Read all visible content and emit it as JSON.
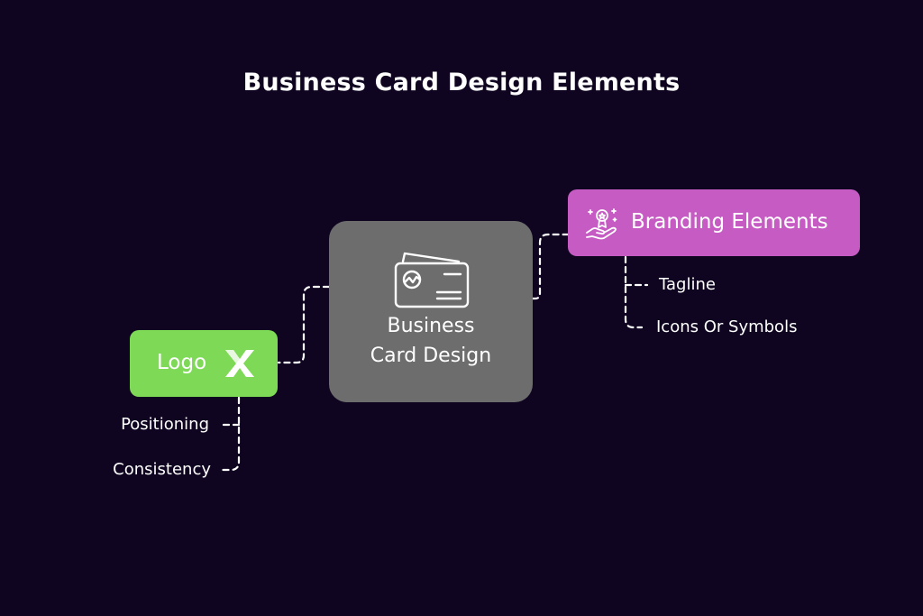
{
  "title": "Business Card Design Elements",
  "center": {
    "label_line1": "Business",
    "label_line2": "Card Design",
    "icon": "business-card-icon",
    "color": "#6d6d6d"
  },
  "branches": {
    "logo": {
      "label": "Logo",
      "icon": "x-logo-icon",
      "color": "#7ed957",
      "children": [
        "Positioning",
        "Consistency"
      ]
    },
    "branding": {
      "label": "Branding Elements",
      "icon": "award-hand-icon",
      "color": "#c55bc3",
      "children": [
        "Tagline",
        "Icons Or Symbols"
      ]
    }
  },
  "colors": {
    "background": "#0f0520",
    "connector": "#ffffff"
  }
}
